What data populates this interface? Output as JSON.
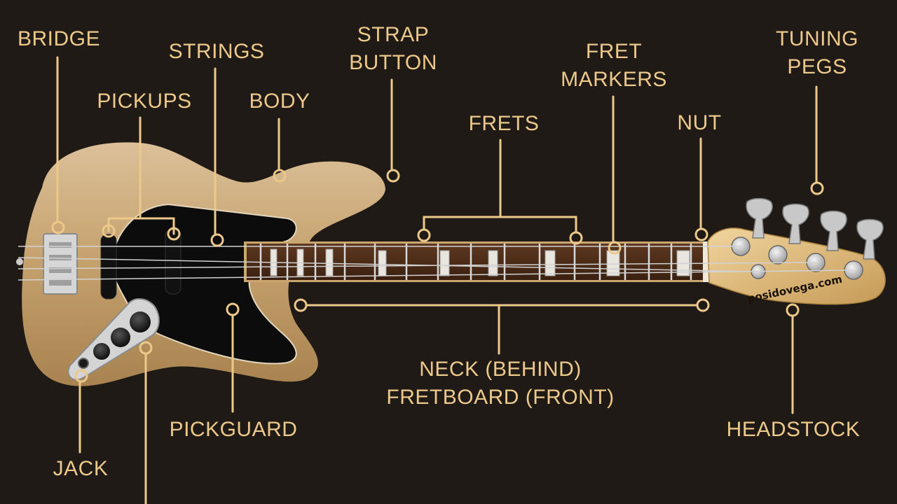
{
  "labels": {
    "bridge": "BRIDGE",
    "strings": "STRINGS",
    "strap_button": [
      "STRAP",
      "BUTTON"
    ],
    "fret_markers": [
      "FRET",
      "MARKERS"
    ],
    "tuning_pegs": [
      "TUNING",
      "PEGS"
    ],
    "pickups": "PICKUPS",
    "body": "BODY",
    "frets": "FRETS",
    "nut": "NUT",
    "neck_fretboard": [
      "NECK (BEHIND)",
      "FRETBOARD (FRONT)"
    ],
    "pickguard": "PICKGUARD",
    "headstock": "HEADSTOCK",
    "jack": "JACK"
  },
  "watermark": "posidovega.com",
  "colors": {
    "background": "#201a16",
    "label": "#ecc98a",
    "body_finish": "#c4a06c",
    "pickguard": "#0c0c0c",
    "fretboard": "#4a2a18"
  }
}
